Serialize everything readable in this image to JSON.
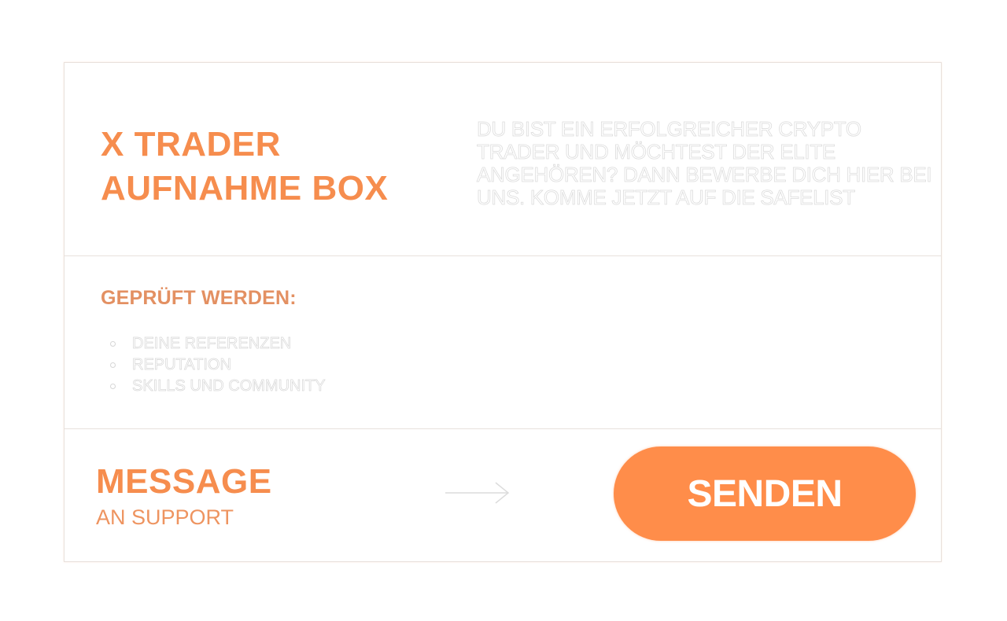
{
  "header": {
    "title_line1": "X TRADER",
    "title_line2": "AUFNAHME BOX",
    "intro": "DU BIST EIN ERFOLGREICHER CRYPTO TRADER UND MÖCHTEST DER ELITE ANGEHÖREN? DANN BEWERBE DICH HIER BEI UNS. KOMME JETZT AUF DIE SAFELIST"
  },
  "checks": {
    "heading": "GEPRÜFT WERDEN:",
    "items": [
      {
        "label": "DEINE REFERENZEN"
      },
      {
        "label": "REPUTATION"
      },
      {
        "label": "SKILLS UND COMMUNITY"
      }
    ]
  },
  "contact": {
    "title": "MESSAGE",
    "subtitle": "AN SUPPORT",
    "arrow_icon": "arrow-right-icon",
    "send_label": "SENDEN"
  },
  "colors": {
    "accent": "#f68d4e",
    "button": "#ff8d4a",
    "outline_text": "#dcdcdc",
    "border": "#e8e1dc"
  }
}
